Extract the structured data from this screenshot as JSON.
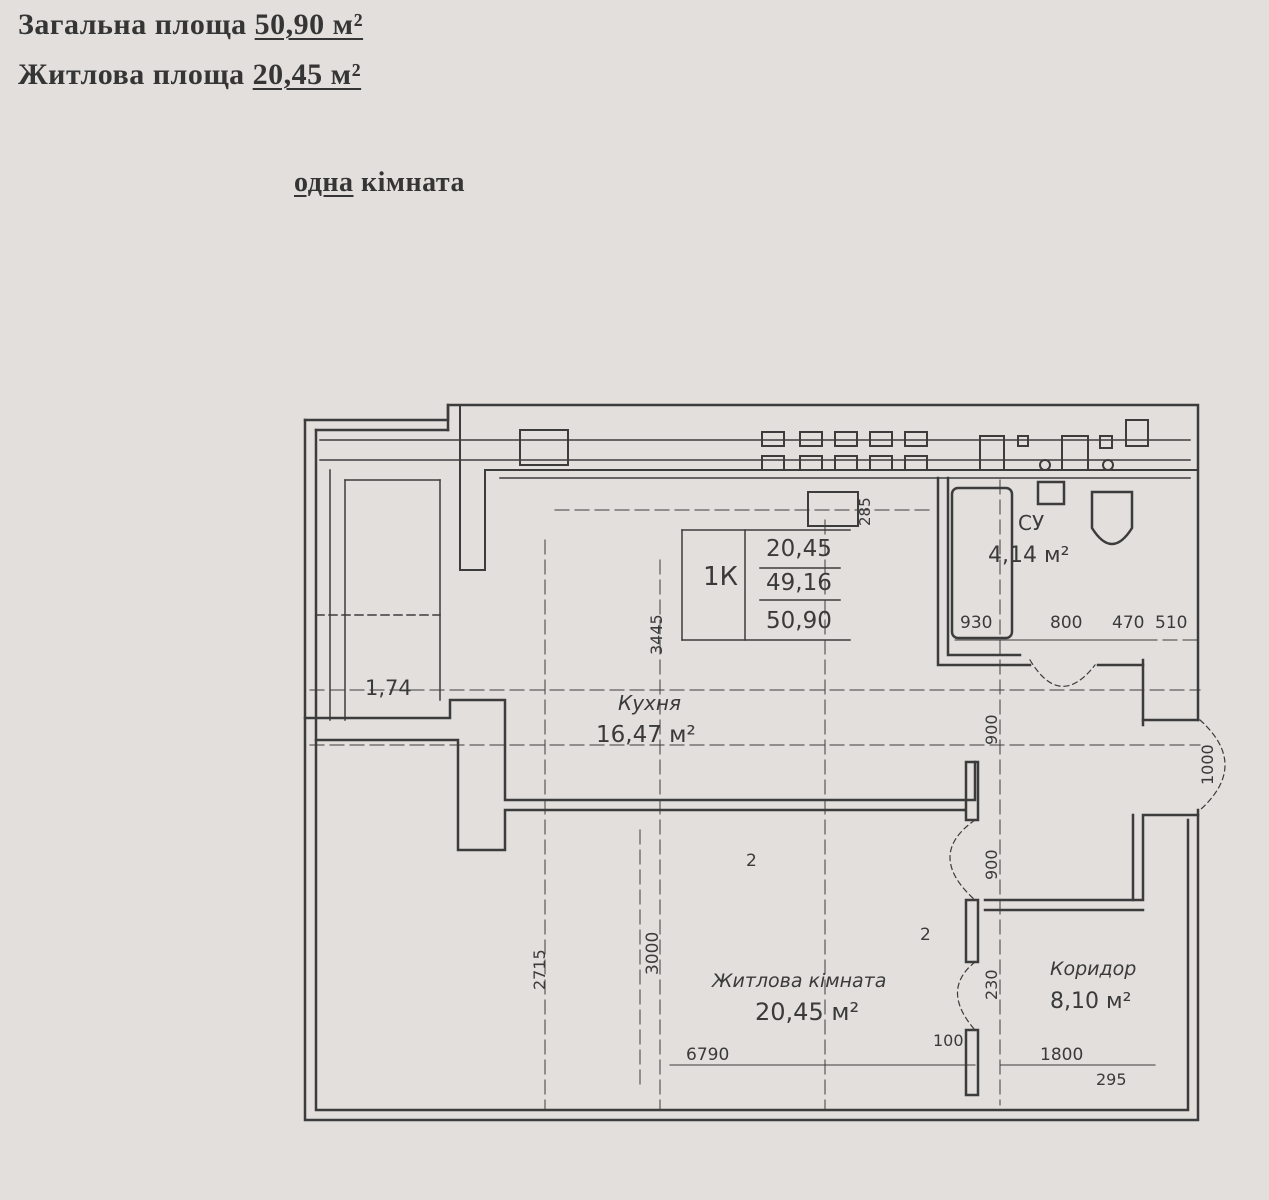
{
  "header": {
    "total_area_label": "Загальна площа",
    "total_area_value": "50,90 м²",
    "living_area_label": "Житлова площа",
    "living_area_value": "20,45 м²",
    "rooms_word": "одна",
    "rooms_suffix": "кімната"
  },
  "apartment": {
    "code": "1К",
    "living": "20,45",
    "usable": "49,16",
    "total": "50,90"
  },
  "rooms": {
    "kitchen_name": "Кухня",
    "kitchen_area": "16,47 м²",
    "living_name": "Житлова кімната",
    "living_area": "20,45 м²",
    "corridor_name": "Коридор",
    "corridor_area": "8,10 м²",
    "bath_name": "СУ",
    "bath_area": "4,14 м²",
    "balcony_area": "1,74"
  },
  "dimensions": {
    "d285": "285",
    "d930": "930",
    "d800": "800",
    "d470": "470",
    "d510": "510",
    "d900a": "900",
    "d1000": "1000",
    "d900b": "900",
    "d230": "230",
    "d100": "100",
    "d6790": "6790",
    "d1800": "1800",
    "d295": "295",
    "d3000": "3000",
    "d2": "2",
    "d2b": "2",
    "d3445": "3445",
    "d2715": "2715"
  }
}
